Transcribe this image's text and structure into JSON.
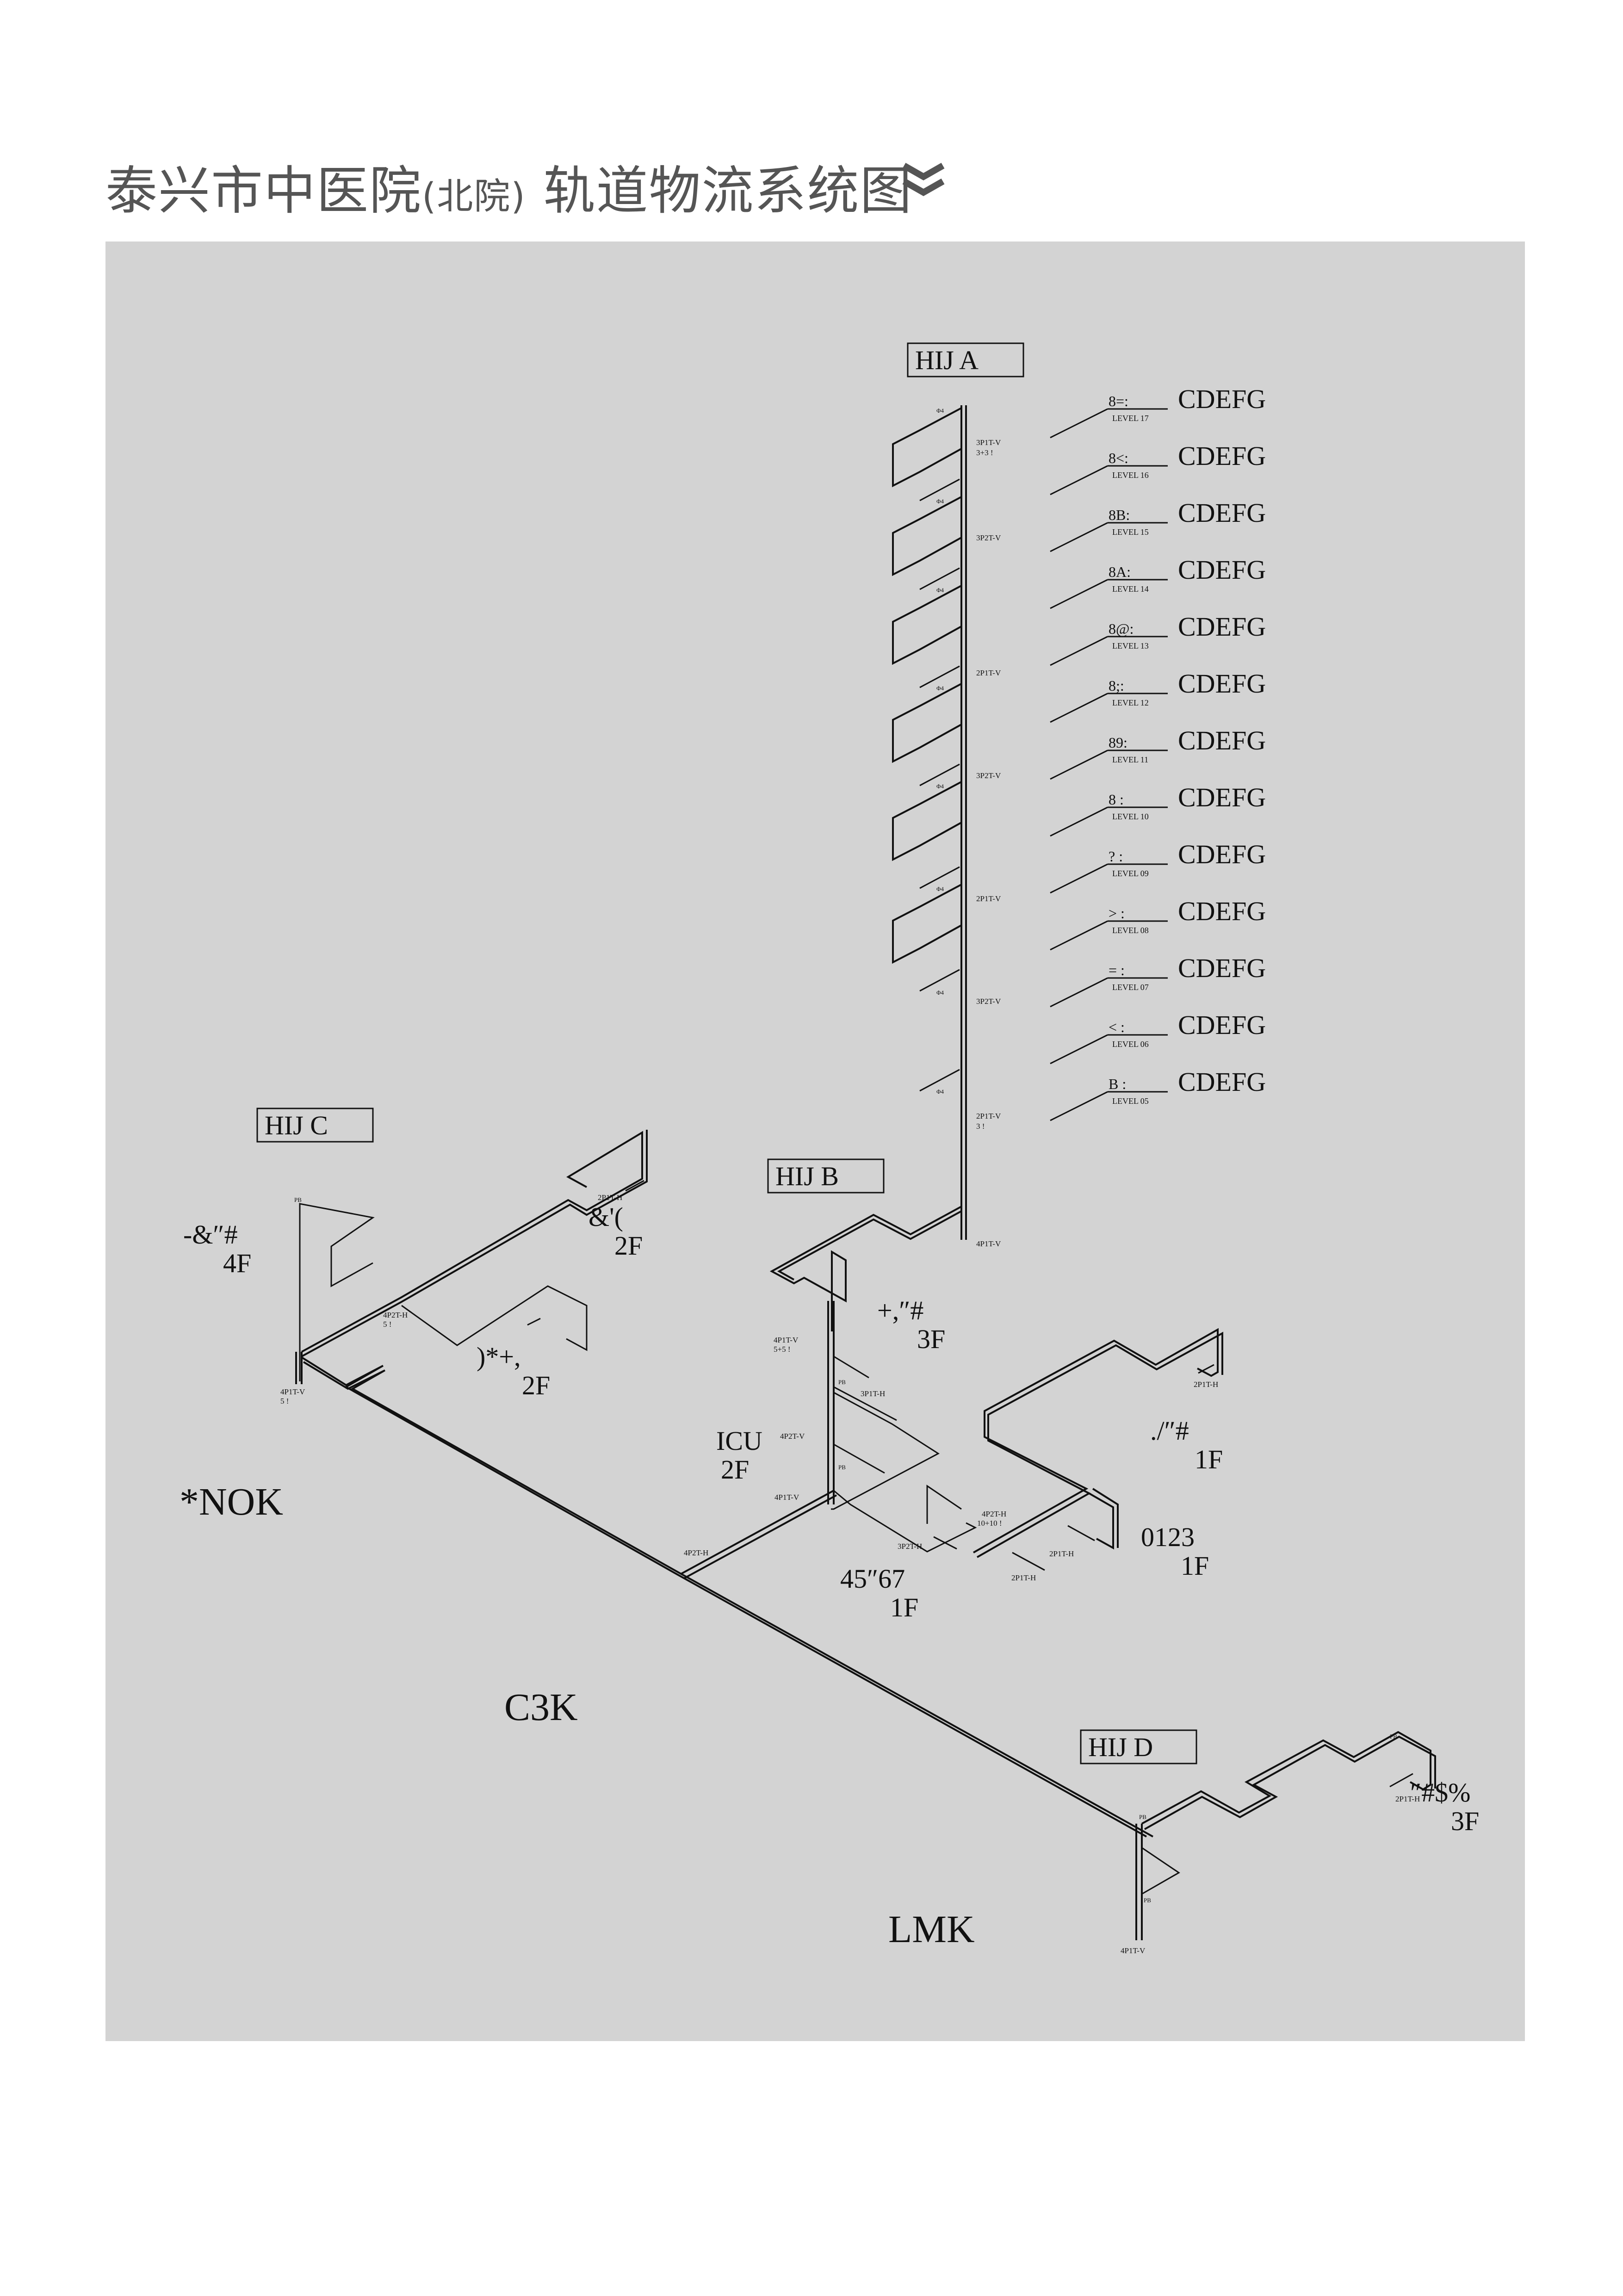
{
  "header": {
    "title_main": "泰兴市中医院",
    "title_sub": "(北院)",
    "title_rest": " 轨道物流系统图"
  },
  "icons": {
    "title_mark": "double-chevron-down-icon"
  },
  "colors": {
    "panel": "#d3d3d3",
    "title": "#555555",
    "ink": "#111111"
  },
  "towers": {
    "a": "HIJ    A",
    "b": "HIJ    B",
    "c": "HIJ    C",
    "d": "HIJ    D"
  },
  "levels": [
    {
      "code": "8=:",
      "name": "LEVEL 17",
      "dept": "CDEFG"
    },
    {
      "code": "8<:",
      "name": "LEVEL 16",
      "dept": "CDEFG"
    },
    {
      "code": "8B:",
      "name": "LEVEL 15",
      "dept": "CDEFG"
    },
    {
      "code": "8A:",
      "name": "LEVEL 14",
      "dept": "CDEFG"
    },
    {
      "code": "8@:",
      "name": "LEVEL 13",
      "dept": "CDEFG"
    },
    {
      "code": "8;:",
      "name": "LEVEL 12",
      "dept": "CDEFG"
    },
    {
      "code": "89:",
      "name": "LEVEL 11",
      "dept": "CDEFG"
    },
    {
      "code": "8    :",
      "name": "LEVEL 10",
      "dept": "CDEFG"
    },
    {
      "code": "?    :",
      "name": "LEVEL 09",
      "dept": "CDEFG"
    },
    {
      "code": ">    :",
      "name": "LEVEL 08",
      "dept": "CDEFG"
    },
    {
      "code": "=    :",
      "name": "LEVEL 07",
      "dept": "CDEFG"
    },
    {
      "code": "<    :",
      "name": "LEVEL 06",
      "dept": "CDEFG"
    },
    {
      "code": "B    :",
      "name": "LEVEL 05",
      "dept": "CDEFG"
    }
  ],
  "pipe_labels_a": [
    {
      "t1": "3P1T-V",
      "t2": "3+3 !"
    },
    {
      "t1": "3P2T-V",
      "t2": ""
    },
    {
      "t1": "2P1T-V",
      "t2": ""
    },
    {
      "t1": "3P2T-V",
      "t2": ""
    },
    {
      "t1": "2P1T-V",
      "t2": ""
    },
    {
      "t1": "3P2T-V",
      "t2": ""
    },
    {
      "t1": "2P1T-V",
      "t2": "3 !"
    },
    {
      "t1": "4P1T-V",
      "t2": ""
    }
  ],
  "stations": {
    "c4f": {
      "name": "-&″#",
      "floor": "4F"
    },
    "c2f_top": {
      "name": "&'(",
      "floor": "2F"
    },
    "c2f_mid": {
      "name": ")*+,",
      "floor": "2F"
    },
    "b3f": {
      "name": "+,″#",
      "floor": "3F"
    },
    "icu": {
      "name": "ICU",
      "floor": "2F"
    },
    "r1f": {
      "name": "./″#",
      "floor": "1F"
    },
    "s1f": {
      "name": "0123",
      "floor": "1F"
    },
    "m1f": {
      "name": "45″67",
      "floor": "1F"
    },
    "d3f": {
      "name": "″#$%",
      "floor": "3F"
    }
  },
  "areas": {
    "left": "*NOK",
    "center": "C3K",
    "bottom": "LMK"
  },
  "pipe_tags": {
    "c_v": "4P1T-V",
    "c_v2": "5 !",
    "c_h": "4P2T-H",
    "c_h2": "5 !",
    "c_top": "2P1T-H",
    "b_v": "4P1T-V",
    "b_v2": "5+5 !",
    "b_h": "3P1T-H",
    "b_v3": "4P2T-V",
    "b_v4": "4P1T-V",
    "main_h": "4P2T-H",
    "m_h": "3P2T-H",
    "m_h2": "4P2T-H",
    "m_h3": "10+10 !",
    "r_h": "2P1T-H",
    "s_h": "2P1T-H",
    "s_h2": "2P1T-H",
    "d_h": "2P1T-H",
    "d_v": "4P1T-V",
    "pb": "PB",
    "phi": "Φ4"
  }
}
